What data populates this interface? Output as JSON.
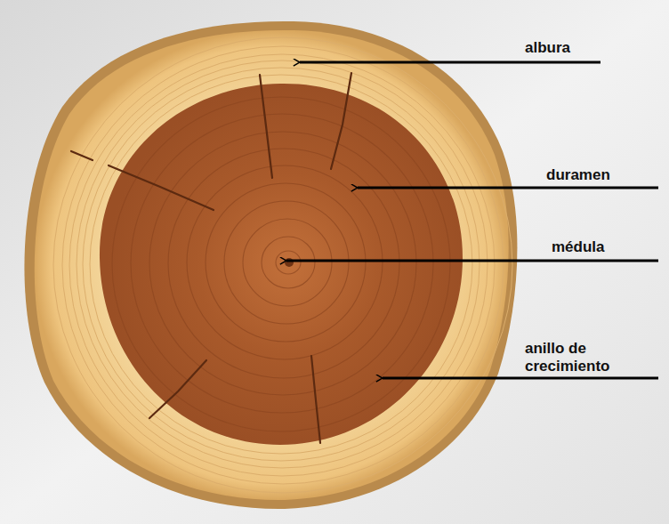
{
  "diagram": {
    "labels": [
      "albura",
      "duramen",
      "médula",
      "anillo de crecimiento"
    ]
  }
}
